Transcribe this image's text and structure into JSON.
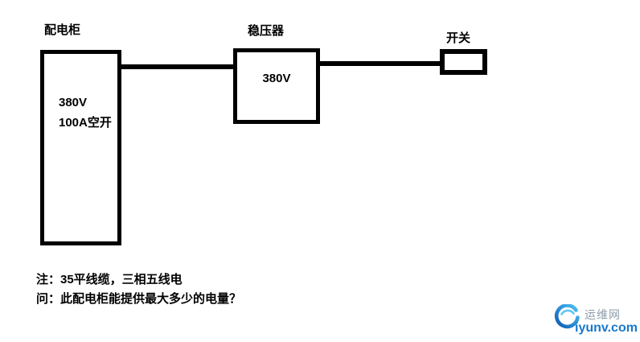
{
  "diagram": {
    "cabinet": {
      "label": "配电柜",
      "spec_voltage": "380V",
      "spec_breaker": "100A空开"
    },
    "stabilizer": {
      "label": "稳压器",
      "value": "380V"
    },
    "switch": {
      "label": "开关"
    },
    "note": "注：35平线缆，三相五线电",
    "question": "问：此配电柜能提供最大多少的电量？"
  },
  "watermark": {
    "site_name": "运维网",
    "domain": "iyunv.com",
    "icon": "circle-swoosh-icon",
    "site_name_color": "#8d9cab",
    "domain_color": "#1a78c8",
    "swoosh_dark": "#0d5bb5",
    "swoosh_light": "#4ec3f5"
  },
  "colors": {
    "line": "#000000",
    "background": "#ffffff"
  }
}
